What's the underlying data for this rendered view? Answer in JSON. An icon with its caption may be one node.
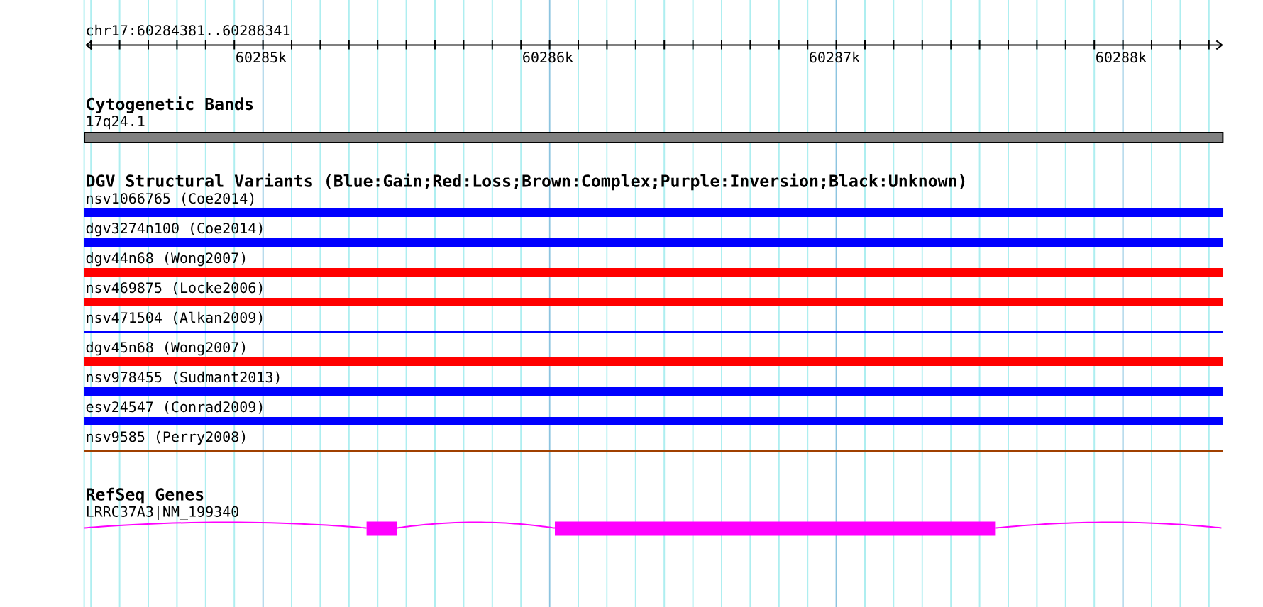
{
  "diagram": {
    "nodes": [
      {
        "text": [
          "17q24.1"
        ]
      },
      {
        "text": [
          "nsv1066765 (Coe2014)"
        ]
      },
      {
        "text": [
          "dgv3274n100 (Coe2014)"
        ]
      },
      {
        "text": [
          "dgv44n68 (Wong2007)"
        ]
      },
      {
        "text": [
          "nsv469875 (Locke2006)"
        ]
      },
      {
        "text": [
          "nsv471504 (Alkan2009)"
        ]
      },
      {
        "text": [
          "dgv45n68 (Wong2007)"
        ]
      },
      {
        "text": [
          "nsv978455 (Sudmant2013)"
        ]
      },
      {
        "text": [
          "esv24547 (Conrad2009)"
        ]
      },
      {
        "text": [
          "nsv9585 (Perry2008)"
        ]
      },
      {
        "text": [
          "LRRC37A3|NM_199340"
        ]
      }
    ],
    "labels": [
      "chr17:60284381..60288341",
      "60285k",
      "60286k",
      "60287k",
      "60288k",
      "Cytogenetic Bands",
      "DGV Structural Variants (Blue:Gain;Red:Loss;Brown:Complex;Purple:Inversion;Black:Unknown)",
      "RefSeq Genes"
    ]
  }
}
